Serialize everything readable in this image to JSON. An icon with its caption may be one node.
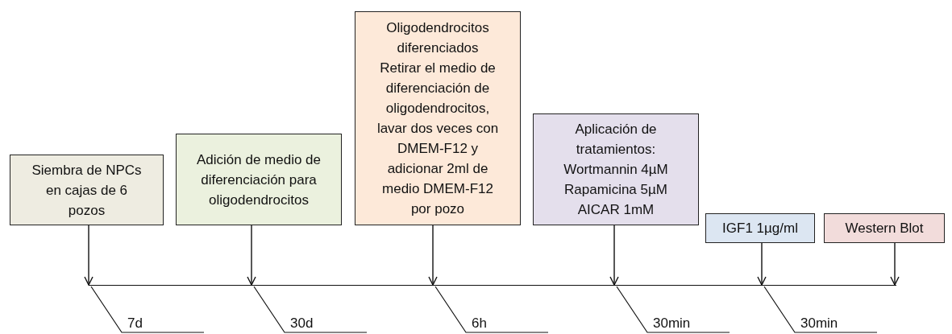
{
  "diagram": {
    "nodes": [
      {
        "text": [
          "Siembra de NPCs en cajas de 6 pozos"
        ]
      },
      {
        "text": [
          "Adición de medio de diferenciación para oligodendrocitos"
        ]
      },
      {
        "text": [
          "Oligodendrocitos diferenciados",
          "Retirar el medio de diferenciación de oligodendrocitos, lavar dos veces con DMEM-F12 y adicionar 2ml de medio DMEM-F12 por pozo"
        ]
      },
      {
        "text": [
          "Aplicación de tratamientos:",
          "Wortmannin 4µM",
          "Rapamicina 5µM",
          "AICAR 1mM"
        ]
      },
      {
        "text": [
          "IGF1 1µg/ml"
        ]
      },
      {
        "text": [
          "Western Blot"
        ]
      },
      {
        "text": [],
        "shape": "bar"
      }
    ],
    "edges": [
      {
        "from": 0,
        "to": 6,
        "arrow": "to"
      },
      {
        "from": 1,
        "to": 6,
        "arrow": "to"
      },
      {
        "from": 2,
        "to": 6,
        "arrow": "to"
      },
      {
        "from": 3,
        "to": 6,
        "arrow": "to"
      },
      {
        "from": 4,
        "to": 6,
        "arrow": "to"
      },
      {
        "from": 5,
        "to": 6,
        "arrow": "to"
      }
    ],
    "labels": [
      "7d",
      "30d",
      "6h",
      "30min",
      "30min"
    ]
  }
}
